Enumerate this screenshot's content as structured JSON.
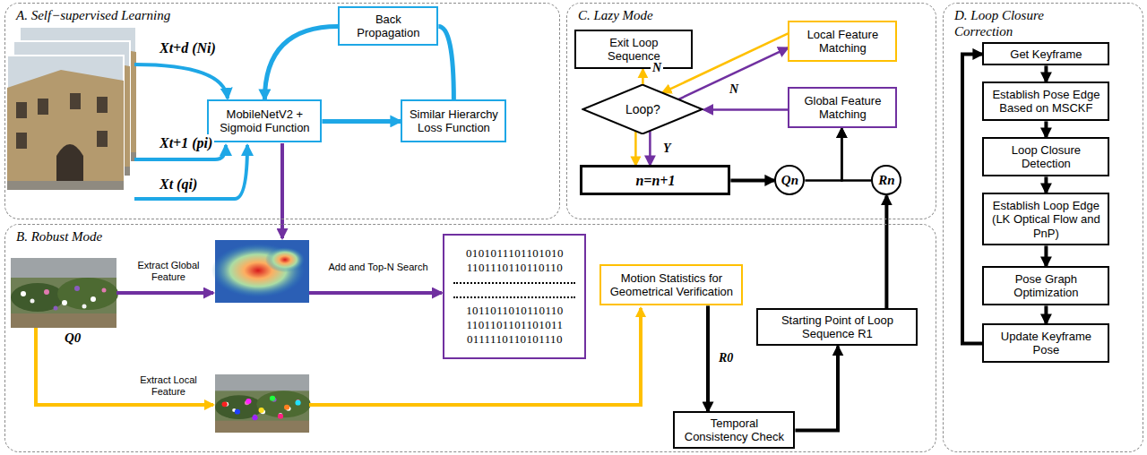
{
  "diagram": {
    "nodes": [
      {
        "text": [
          "A. Self−supervised Learning"
        ]
      },
      {
        "text": [
          "Back Propagation"
        ],
        "in": 0
      },
      {
        "text": [
          "MobileNetV2 + Sigmoid Function"
        ],
        "in": 0
      },
      {
        "text": [
          "Similar Hierarchy Loss Function"
        ],
        "in": 0
      },
      {
        "text": [
          "C. Lazy Mode"
        ]
      },
      {
        "text": [
          "Exit Loop Sequence"
        ],
        "in": 4
      },
      {
        "text": [
          "Local Feature Matching"
        ],
        "in": 4
      },
      {
        "text": [
          "Loop?"
        ],
        "in": 4
      },
      {
        "text": [
          "Global Feature Matching"
        ],
        "in": 4
      },
      {
        "text": [
          "n=n+1"
        ],
        "in": 4
      },
      {
        "text": [
          "Qn"
        ],
        "in": 4
      },
      {
        "text": [
          "Rn"
        ],
        "in": 4
      },
      {
        "text": [
          "D. Loop Closure Correction"
        ]
      },
      {
        "text": [
          "Get Keyframe"
        ],
        "in": 12
      },
      {
        "text": [
          "Establish Pose Edge Based on MSCKF"
        ],
        "in": 12
      },
      {
        "text": [
          "Loop Closure Detection"
        ],
        "in": 12
      },
      {
        "text": [
          "Establish Loop Edge (LK Optical Flow and PnP)"
        ],
        "in": 12
      },
      {
        "text": [
          "Pose Graph Optimization"
        ],
        "in": 12
      },
      {
        "text": [
          "Update Keyframe Pose"
        ],
        "in": 12
      },
      {
        "text": [
          "B. Robust Mode"
        ]
      },
      {
        "text": [
          "0101011101101010",
          "1101110110110110",
          "1011011010110110",
          "1101101101101011",
          "0111110110101110"
        ],
        "in": 19
      },
      {
        "text": [
          "Motion Statistics for Geometrical Verification"
        ],
        "in": 19
      },
      {
        "text": [
          "Starting Point of Loop Sequence R1"
        ],
        "in": 19
      },
      {
        "text": [
          "Temporal Consistency Check"
        ],
        "in": 19
      }
    ],
    "edges": [
      {
        "from": 2,
        "to": 3,
        "arrow": "to"
      },
      {
        "from": 3,
        "to": 1,
        "arrow": "none"
      },
      {
        "from": 1,
        "to": 2,
        "arrow": "to"
      },
      {
        "from": 7,
        "to": 5,
        "label": "N",
        "arrow": "to"
      },
      {
        "from": 7,
        "to": 6,
        "label": "N",
        "arrow": "to"
      },
      {
        "from": 6,
        "to": 7,
        "arrow": "to"
      },
      {
        "from": 8,
        "to": 7,
        "arrow": "to"
      },
      {
        "from": 7,
        "to": 9,
        "label": "Y",
        "arrow": "to"
      },
      {
        "from": 7,
        "to": 9,
        "arrow": "to"
      },
      {
        "from": 9,
        "to": 10,
        "arrow": "to"
      },
      {
        "from": 10,
        "to": 8,
        "arrow": "to"
      },
      {
        "from": 11,
        "to": 8,
        "arrow": "to"
      },
      {
        "from": 13,
        "to": 14,
        "arrow": "to"
      },
      {
        "from": 14,
        "to": 15,
        "arrow": "to"
      },
      {
        "from": 15,
        "to": 16,
        "arrow": "to"
      },
      {
        "from": 16,
        "to": 17,
        "arrow": "to"
      },
      {
        "from": 17,
        "to": 18,
        "arrow": "to"
      },
      {
        "from": 18,
        "to": 13,
        "arrow": "to"
      },
      {
        "from": 21,
        "to": 23,
        "label": "R0",
        "arrow": "to"
      },
      {
        "from": 23,
        "to": 22,
        "arrow": "to"
      },
      {
        "from": 22,
        "to": 11,
        "arrow": "to"
      }
    ],
    "labels": [
      "Xt+d (Ni)",
      "Xt+1 (pi)",
      "Xt (qi)",
      "Q0",
      "Extract Global Feature",
      "Add and Top-N Search",
      "Extract Local Feature"
    ]
  }
}
